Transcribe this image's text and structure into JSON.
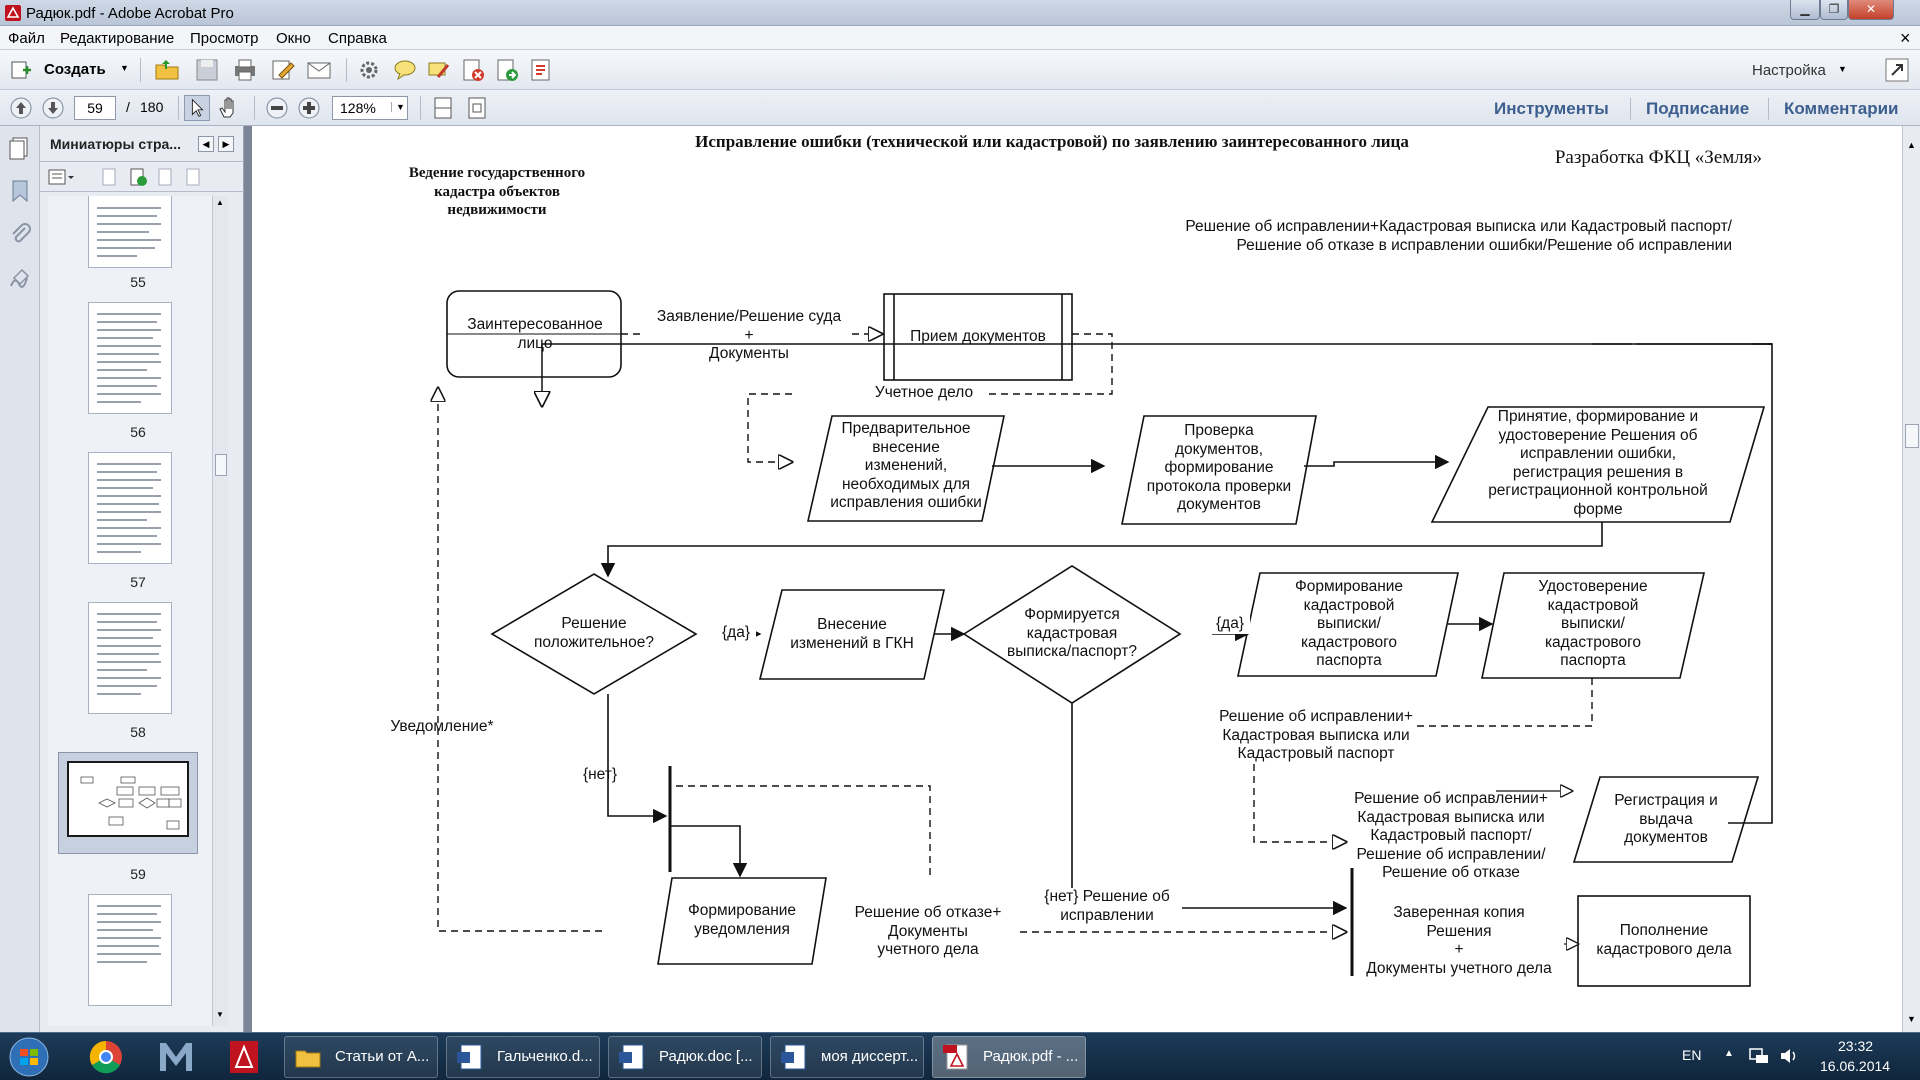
{
  "window": {
    "title": "Радюк.pdf - Adobe Acrobat Pro",
    "close_glyph": "✕"
  },
  "menu": [
    "Файл",
    "Редактирование",
    "Просмотр",
    "Окно",
    "Справка"
  ],
  "menu_close": "×",
  "toolbar": {
    "create_label": "Создать",
    "customize_label": "Настройка"
  },
  "nav": {
    "current_page": "59",
    "page_sep": "/",
    "total_pages": "180",
    "zoom": "128%"
  },
  "panes": {
    "tools": "Инструменты",
    "sign": "Подписание",
    "comment": "Комментарии"
  },
  "sidebar": {
    "title": "Миниатюры стра...",
    "thumbnails": [
      {
        "number": "55"
      },
      {
        "number": "56"
      },
      {
        "number": "57"
      },
      {
        "number": "58"
      },
      {
        "number": "59"
      }
    ]
  },
  "diagram": {
    "title": "Исправление ошибки (технической или кадастровой) по заявлению заинтересованного лица",
    "developer": "Разработка ФКЦ «Земля»",
    "section": [
      "Ведение государственного",
      "кадастра объектов",
      "недвижимости"
    ],
    "nodes": {
      "interested": [
        "Заинтересованное",
        "лицо"
      ],
      "receive": [
        "Прием документов"
      ],
      "prelim": [
        "Предварительное",
        "внесение",
        "изменений,",
        "необходимых для",
        "исправления ошибки"
      ],
      "check": [
        "Проверка",
        "документов,",
        "формирование",
        "протокола проверки",
        "документов"
      ],
      "accept": [
        "Принятие, формирование и",
        "удостоверение Решения об",
        "исправлении ошибки,",
        "регистрация решения в",
        "регистрационной контрольной",
        "форме"
      ],
      "decision": [
        "Решение",
        "положительное?"
      ],
      "gkn": [
        "Внесение",
        "изменений в ГКН"
      ],
      "formed": [
        "Формируется",
        "кадастровая",
        "выписка/паспорт?"
      ],
      "form_ext": [
        "Формирование",
        "кадастровой",
        "выписки/",
        "кадастрового",
        "паспорта"
      ],
      "certify": [
        "Удостоверение",
        "кадастровой",
        "выписки/",
        "кадастрового",
        "паспорта"
      ],
      "notice": [
        "Формирование",
        "уведомления"
      ],
      "register": [
        "Регистрация и",
        "выдача",
        "документов"
      ],
      "replenish": [
        "Пополнение",
        "кадастрового дела"
      ]
    },
    "labels": {
      "top_return": [
        "Решение об исправлении+Кадастровая выписка или Кадастровый паспорт/",
        "Решение об отказе в исправлении ошибки/Решение об исправлении"
      ],
      "application": [
        "Заявление/Решение суда",
        "+",
        "Документы"
      ],
      "record": [
        "Учетное дело"
      ],
      "yes1": [
        "{да}"
      ],
      "yes2": [
        "{да}"
      ],
      "no1": [
        "{нет}"
      ],
      "no2": [
        "{нет} Решение об",
        "исправлении"
      ],
      "notification": [
        "Уведомление*"
      ],
      "refusal": [
        "Решение об отказе+",
        "Документы",
        "учетного дела"
      ],
      "decision_ext": [
        "Решение об исправлении+",
        "Кадастровая выписка или",
        "Кадастровый паспорт"
      ],
      "docs_set": [
        "Решение об исправлении+",
        "Кадастровая выписка или",
        "Кадастровый паспорт/",
        "Решение об исправлении/",
        "Решение об отказе"
      ],
      "copy": [
        "Заверенная копия",
        "Решения",
        "+",
        "Документы учетного дела"
      ]
    }
  },
  "taskbar": {
    "tasks": [
      "Статьи от А...",
      "Гальченко.d...",
      "Радюк.doc [...",
      "моя диссерт...",
      "Радюк.pdf - ..."
    ],
    "lang": "EN",
    "time": "23:32",
    "date": "16.06.2014"
  }
}
